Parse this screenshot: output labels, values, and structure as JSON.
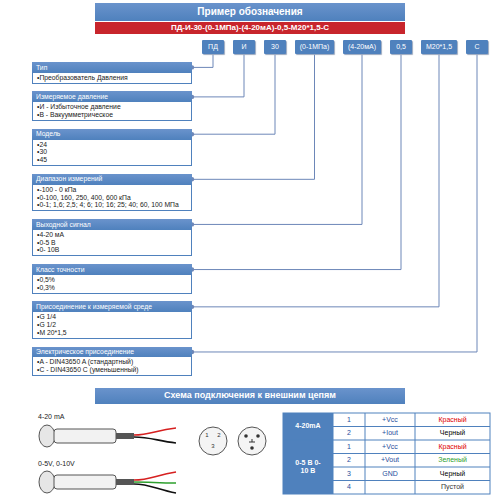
{
  "diagram": {
    "title": "Пример обозначения",
    "nodes": [
      {
        "text": [
          "ПД-И-30-(0-1МПа)-(4-20мА)-0,5-M20*1,5-С"
        ]
      },
      {
        "text": [
          "ПД"
        ]
      },
      {
        "text": [
          "И"
        ]
      },
      {
        "text": [
          "30"
        ]
      },
      {
        "text": [
          "(0-1МПа)"
        ]
      },
      {
        "text": [
          "(4-20мА)"
        ]
      },
      {
        "text": [
          "0,5"
        ]
      },
      {
        "text": [
          "M20*1,5"
        ]
      },
      {
        "text": [
          "С"
        ]
      },
      {
        "text": [
          "Тип",
          "•Преобразователь Давления"
        ]
      },
      {
        "text": [
          "Измеряемое давление",
          "•И - Избыточное давление",
          "•В - Вакуумметрическое"
        ]
      },
      {
        "text": [
          "Модель",
          "•24",
          "•30",
          "•45"
        ]
      },
      {
        "text": [
          "Диапазон измерений",
          "•-100 - 0 кПа",
          "•0-100, 160, 250, 400, 600 кПа",
          "•0-1; 1,6; 2,5; 4; 6; 10; 16; 25; 40; 60, 100 МПа"
        ]
      },
      {
        "text": [
          "Выходной сигнал",
          "•4-20 мА",
          "•0-5 В",
          "•0- 10В"
        ]
      },
      {
        "text": [
          "Класс точности",
          "•0,5%",
          "•0,3%"
        ]
      },
      {
        "text": [
          "Присоединение к измеряемой среде",
          "•G 1/4",
          "•G 1/2",
          "•M 20*1,5"
        ]
      },
      {
        "text": [
          "Электрическое присоединение",
          "•A - DIN43650 A (стандартный)",
          "•C - DIN43650 C (уменьшенный)"
        ]
      },
      {
        "text": [
          "Схема подключения к внешним цепям"
        ]
      }
    ],
    "edges": [
      {
        "from": 1,
        "to": 9,
        "arrow": "none"
      },
      {
        "from": 2,
        "to": 10,
        "arrow": "none"
      },
      {
        "from": 3,
        "to": 11,
        "arrow": "none"
      },
      {
        "from": 4,
        "to": 12,
        "arrow": "none"
      },
      {
        "from": 5,
        "to": 13,
        "arrow": "none"
      },
      {
        "from": 6,
        "to": 14,
        "arrow": "none"
      },
      {
        "from": 7,
        "to": 15,
        "arrow": "none"
      },
      {
        "from": 8,
        "to": 16,
        "arrow": "none"
      }
    ],
    "labels": [
      "4-20 mA",
      "0-5V, 0-10V",
      "1",
      "2",
      "3",
      "4-20mA",
      "1",
      "+Vcc",
      "Красный",
      "2",
      "+Iout",
      "Черный",
      "0-5 В 0-10 В",
      "1",
      "+Vcc",
      "Красный",
      "2",
      "+Vout",
      "Зеленый",
      "3",
      "GND",
      "Черный",
      "4",
      "Пустой"
    ]
  }
}
